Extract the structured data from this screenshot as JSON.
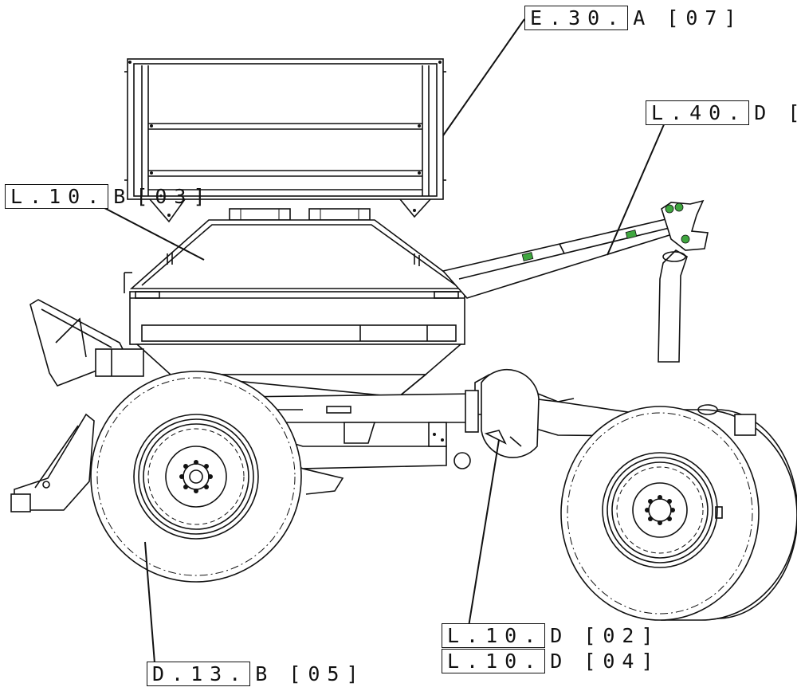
{
  "diagram": {
    "callouts": [
      {
        "id": "e30a",
        "code": "E.30.",
        "rest": "A",
        "bracket": "[07]"
      },
      {
        "id": "l40d",
        "code": "L.40.",
        "rest": "D",
        "bracket": "["
      },
      {
        "id": "l10b",
        "code": "L.10.",
        "rest": "B",
        "bracket": "[03]"
      },
      {
        "id": "l10d-02",
        "code": "L.10.",
        "rest": "D",
        "bracket": "[02]"
      },
      {
        "id": "l10d-04",
        "code": "L.10.",
        "rest": "D",
        "bracket": "[04]"
      },
      {
        "id": "d13b",
        "code": "D.13.",
        "rest": "B",
        "bracket": "[05]"
      }
    ]
  }
}
